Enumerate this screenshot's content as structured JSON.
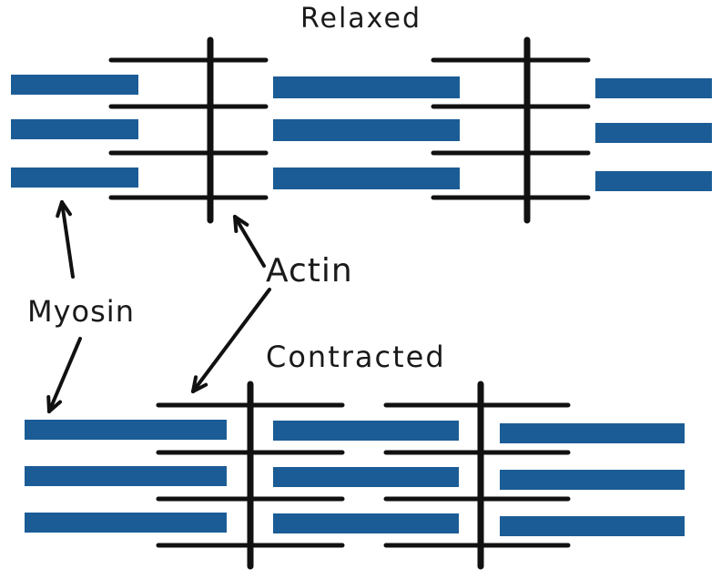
{
  "labels": {
    "relaxed": "Relaxed",
    "contracted": "Contracted",
    "myosin": "Myosin",
    "actin": "Actin"
  },
  "colors": {
    "myosin": "#1b5c96",
    "actin": "#111111",
    "background": "#ffffff"
  }
}
